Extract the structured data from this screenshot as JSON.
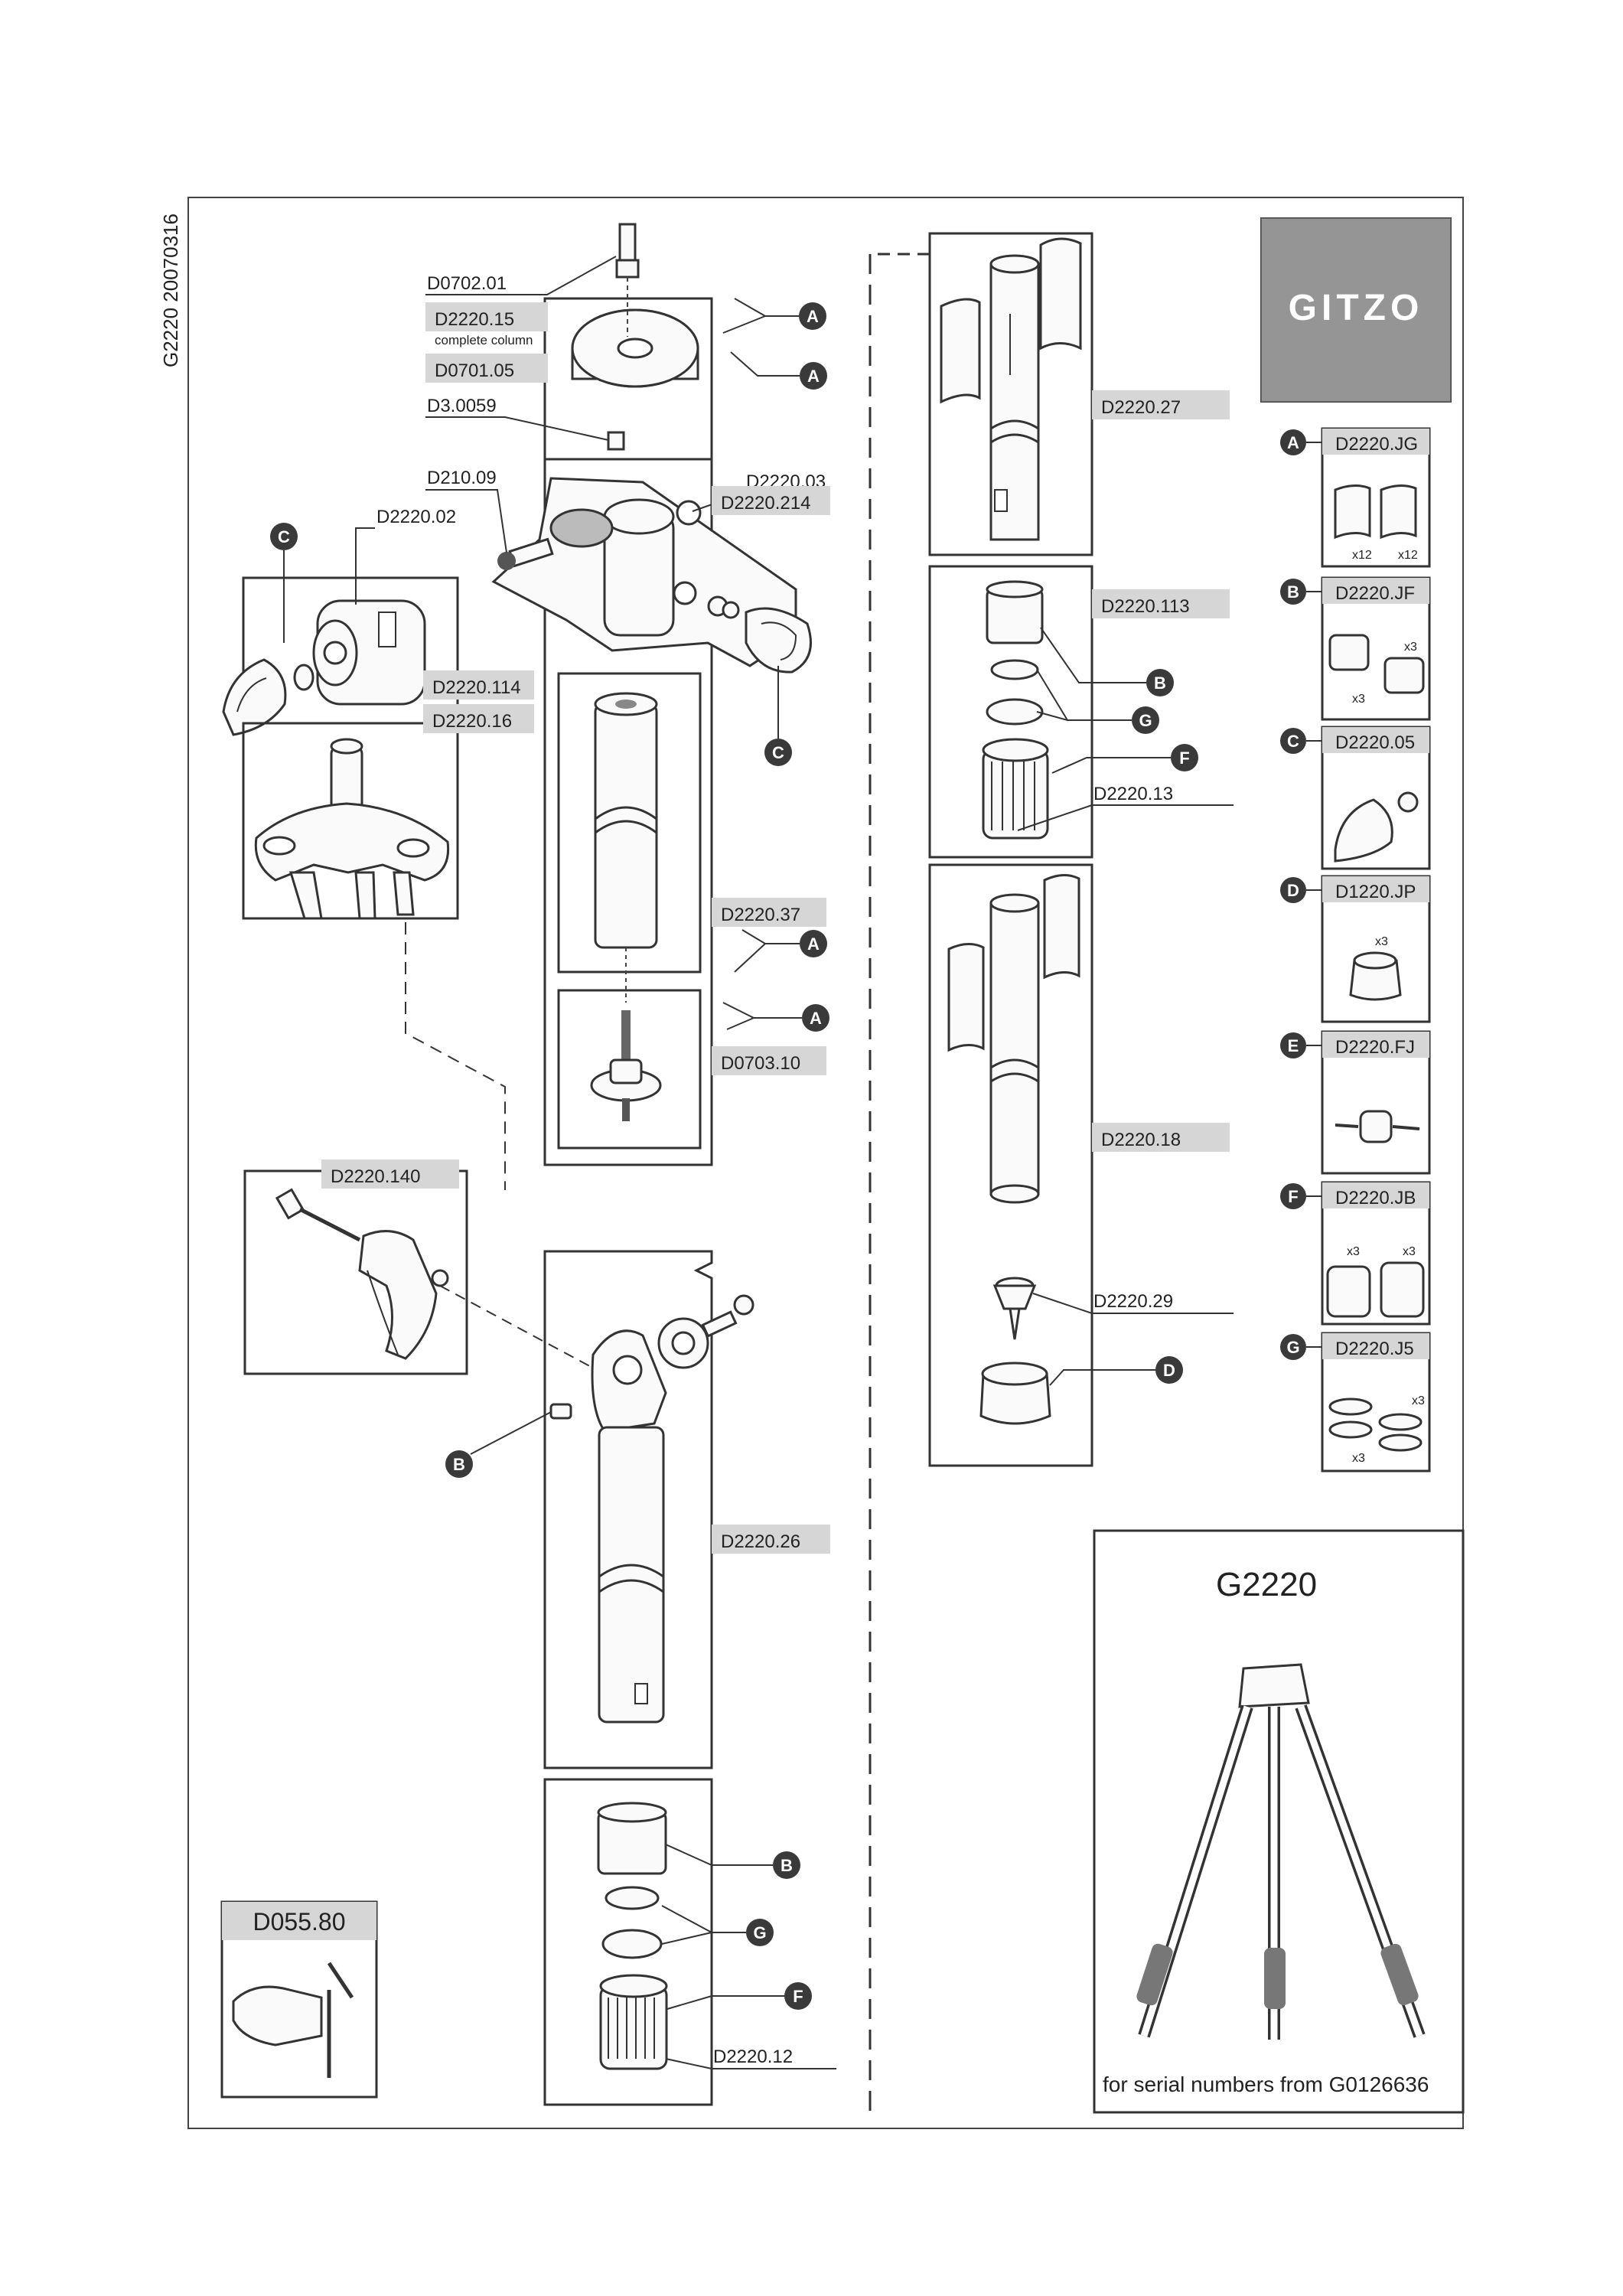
{
  "side_code": "G2220 20070316",
  "brand": "GITZO",
  "model": "G2220",
  "serial_note": "for serial numbers from G0126636",
  "tool_code": "D055.80",
  "parts": {
    "d0702_01": "D0702.01",
    "d2220_15": "D2220.15",
    "complete_column": "complete column",
    "d0701_05": "D0701.05",
    "d3_0059": "D3.0059",
    "d210_09": "D210.09",
    "d2220_02": "D2220.02",
    "d2220_03": "D2220.03",
    "d2220_214": "D2220.214",
    "d2220_114": "D2220.114",
    "d2220_16": "D2220.16",
    "d2220_37": "D2220.37",
    "d0703_10": "D0703.10",
    "d2220_140": "D2220.140",
    "d2220_26": "D2220.26",
    "d2220_12": "D2220.12",
    "d2220_27": "D2220.27",
    "d2220_113": "D2220.113",
    "d2220_13": "D2220.13",
    "d2220_18": "D2220.18",
    "d2220_29": "D2220.29"
  },
  "kits": [
    {
      "badge": "A",
      "code": "D2220.JG",
      "qty": [
        "x12",
        "x12"
      ]
    },
    {
      "badge": "B",
      "code": "D2220.JF",
      "qty": [
        "x3",
        "x3"
      ]
    },
    {
      "badge": "C",
      "code": "D2220.05",
      "qty": []
    },
    {
      "badge": "D",
      "code": "D1220.JP",
      "qty": [
        "x3"
      ]
    },
    {
      "badge": "E",
      "code": "D2220.FJ",
      "qty": []
    },
    {
      "badge": "F",
      "code": "D2220.JB",
      "qty": [
        "x3",
        "x3"
      ]
    },
    {
      "badge": "G",
      "code": "D2220.J5",
      "qty": [
        "x3",
        "x3"
      ]
    }
  ],
  "badges": {
    "a": "A",
    "b": "B",
    "c": "C",
    "d": "D",
    "f": "F",
    "g": "G"
  }
}
